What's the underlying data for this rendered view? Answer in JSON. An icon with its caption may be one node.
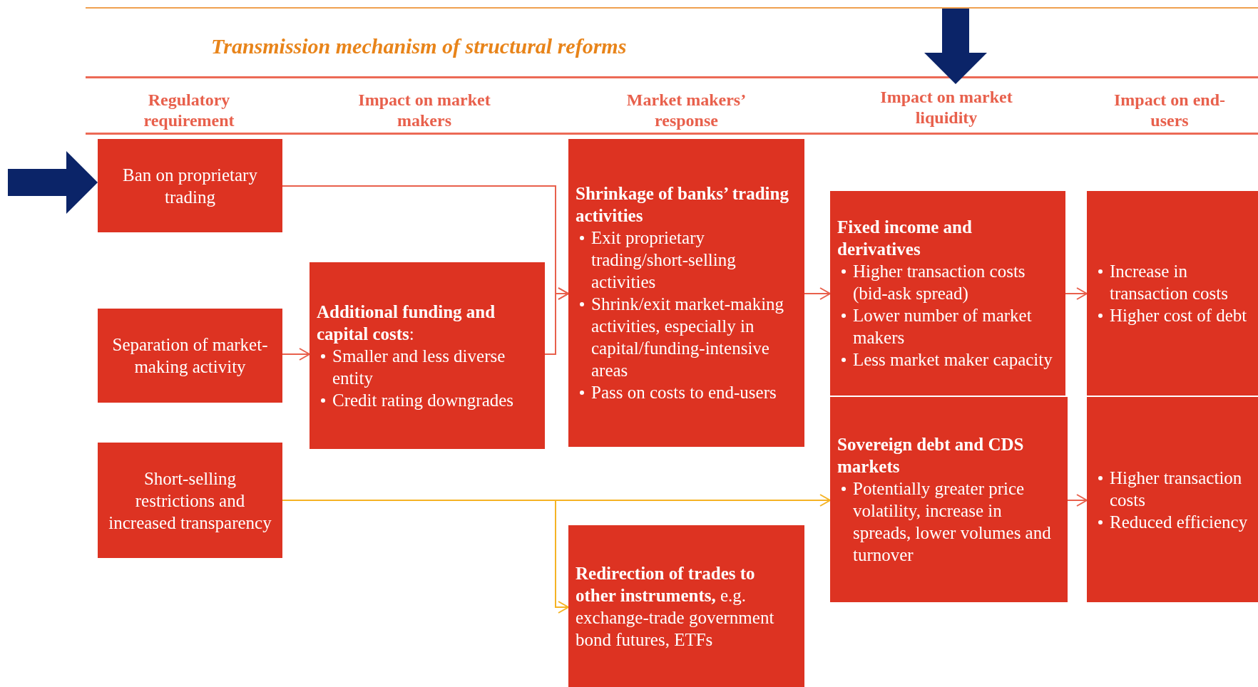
{
  "diagram": {
    "title": "Transmission mechanism of structural reforms",
    "nodes": [
      {
        "text": [
          "Ban on proprietary trading"
        ]
      },
      {
        "text": [
          "Separation of market-making activity"
        ]
      },
      {
        "text": [
          "Short-selling restrictions and increased transparency"
        ]
      },
      {
        "text": [
          "**Additional funding and capital costs**:",
          "Smaller and less diverse entity",
          "Credit rating downgrades"
        ]
      },
      {
        "text": [
          "Shrinkage of banks’ trading activities",
          "Exit proprietary trading/short-selling activities",
          "Shrink/exit market-making activities, especially in capital/funding-intensive areas",
          "Pass on costs to end-users"
        ]
      },
      {
        "text": [
          "**Redirection of trades to other instruments,** e.g. exchange-trade government bond futures, ETFs"
        ]
      },
      {
        "text": [
          "Impact on market liquidity"
        ]
      },
      {
        "text": [
          "Fixed income and derivatives",
          "Higher transaction costs (bid-ask spread)",
          "Lower number of market makers",
          "Less market maker capacity"
        ]
      },
      {
        "text": [
          "Sovereign debt and CDS markets",
          "Potentially greater price volatility, increase in spreads, lower volumes and turnover"
        ]
      },
      {
        "text": [
          "Increase in transaction costs",
          "Higher cost of debt"
        ]
      },
      {
        "text": [
          "Higher transaction costs",
          "Reduced efficiency"
        ]
      }
    ],
    "edges": [
      {
        "from": 0,
        "to": 4,
        "arrow": "to"
      },
      {
        "from": 1,
        "to": 3,
        "arrow": "to"
      },
      {
        "from": 3,
        "to": 4,
        "arrow": "to"
      },
      {
        "from": 2,
        "to": 8,
        "arrow": "to",
        "color": "#f5b324"
      },
      {
        "from": 2,
        "to": 5,
        "arrow": "to",
        "color": "#f5b324"
      },
      {
        "from": 4,
        "to": 7,
        "arrow": "to"
      },
      {
        "from": 7,
        "to": 9,
        "arrow": "to"
      },
      {
        "from": 8,
        "to": 10,
        "arrow": "to"
      },
      {
        "from": null,
        "to": 0,
        "arrow": "to",
        "style": "thick",
        "color": "#0b2468"
      },
      {
        "from": null,
        "to": 6,
        "arrow": "to",
        "style": "thick",
        "color": "#0b2468"
      }
    ],
    "labels": [
      "Regulatory requirement",
      "Impact on market makers",
      "Market makers’ response",
      "Impact on end-users"
    ]
  }
}
